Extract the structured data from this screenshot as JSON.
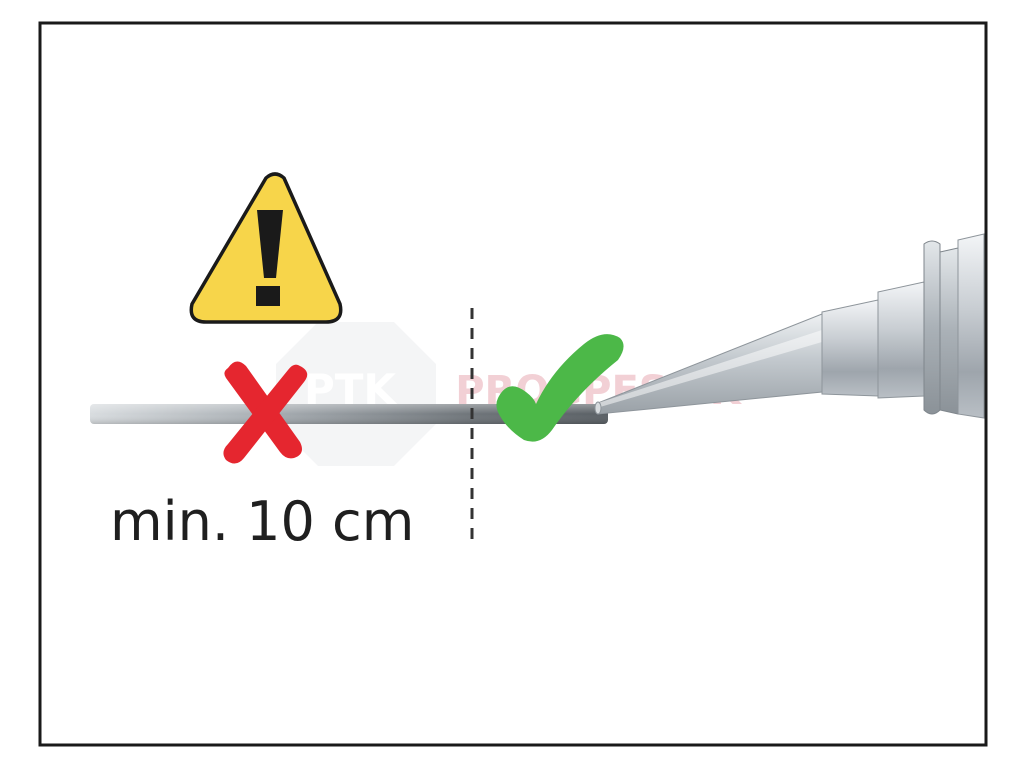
{
  "label": {
    "min_distance": "min. 10 cm"
  },
  "watermark": {
    "left": "PTK",
    "right": "PROGPESTIK"
  },
  "icons": {
    "warning": "warning-triangle-icon",
    "cross": "cross-icon",
    "check": "check-icon",
    "nozzle": "cartridge-nozzle-icon"
  },
  "colors": {
    "warning_fill": "#f7d54a",
    "warning_stroke": "#1a1a1a",
    "cross": "#e5262f",
    "check": "#4cb848",
    "text": "#1f1f1f",
    "frame": "#1a1a1a",
    "watermark": "#e8aab4"
  }
}
